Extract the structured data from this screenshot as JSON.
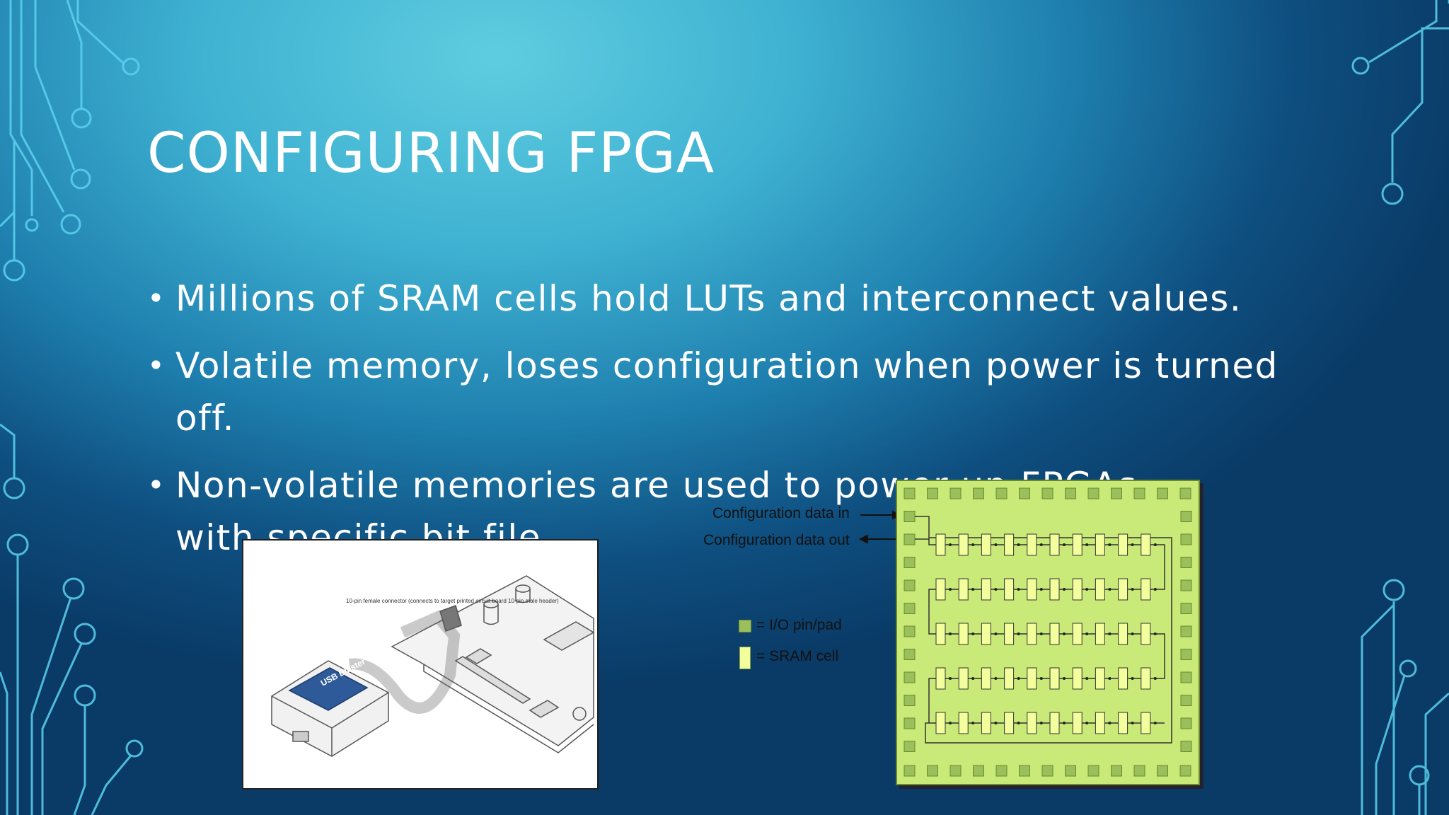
{
  "slide": {
    "title": "CONFIGURING FPGA",
    "bullets": [
      "Millions of SRAM cells hold LUTs and interconnect values.",
      "Volatile memory, loses configuration when power is turned off.",
      "Non-volatile memories are used to power up FPGAs with specific bit file."
    ]
  },
  "diagram": {
    "config_in_label": "Configuration data in",
    "config_out_label": "Configuration data out",
    "legend_io": "= I/O pin/pad",
    "legend_sram": "= SRAM cell"
  },
  "photo": {
    "device_label": "USB Blaster",
    "connector_note": "10-pin female connector (connects to target printed circuit board 10-pin male header)"
  },
  "colors": {
    "chip_fill": "#c9ea78",
    "io_pad": "#9bbf5a",
    "sram_cell": "#f2ff9c",
    "circuit_line": "#58d4ee"
  }
}
